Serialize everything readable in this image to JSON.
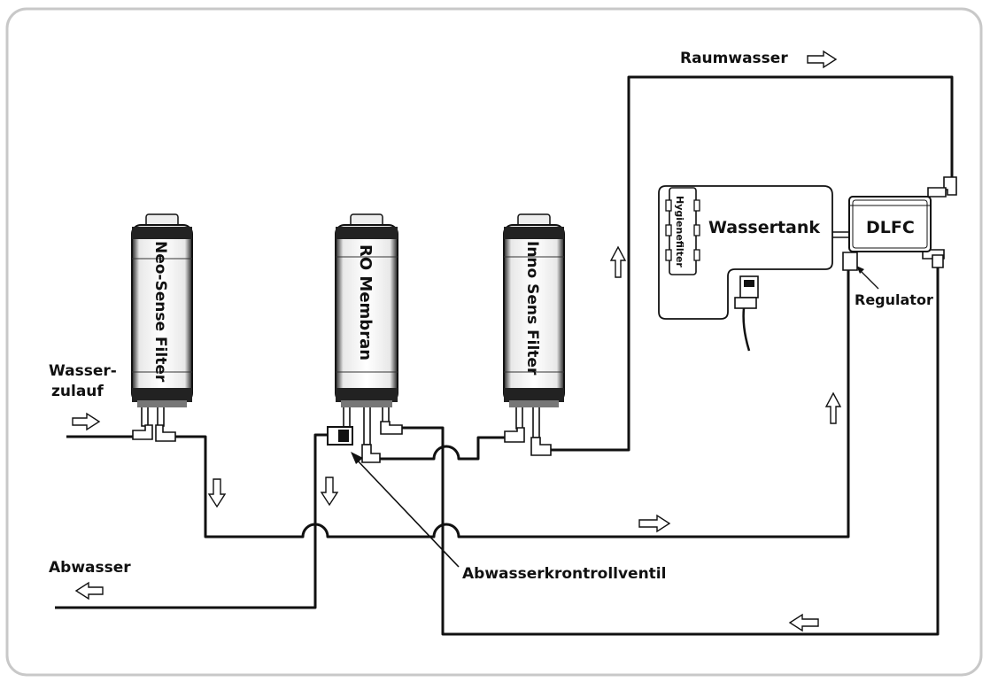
{
  "labels": {
    "raumwasser": "Raumwasser",
    "wasser_zulauf_line1": "Wasser-",
    "wasser_zulauf_line2": "zulauf",
    "abwasser": "Abwasser",
    "abwasserkontrollventil": "Abwasserkrontrollventil",
    "wassertank": "Wassertank",
    "hygienefilter": "Hygienefilter",
    "dlfc": "DLFC",
    "regulator": "Regulator"
  },
  "filters": [
    {
      "id": "neo-sense",
      "label": "Neo-Sense Filter"
    },
    {
      "id": "ro-membran",
      "label": "RO Membran"
    },
    {
      "id": "inno-sens",
      "label": "Inno Sens Filter"
    }
  ],
  "colors": {
    "line": "#111111",
    "frame": "#c8c8c8",
    "filter_body": "#f4f4f4",
    "background": "#ffffff"
  }
}
